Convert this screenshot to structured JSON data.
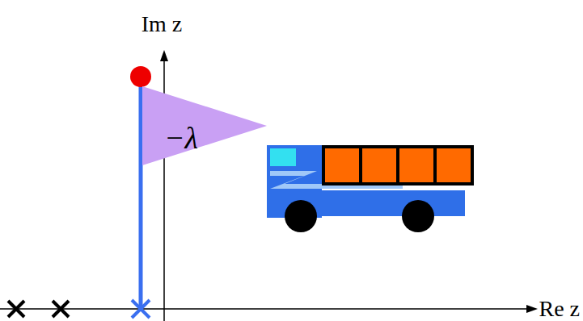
{
  "diagram": {
    "nodes": [
      {
        "text": [
          "−λ"
        ]
      }
    ],
    "labels": [
      "Im z",
      "Re z"
    ]
  }
}
